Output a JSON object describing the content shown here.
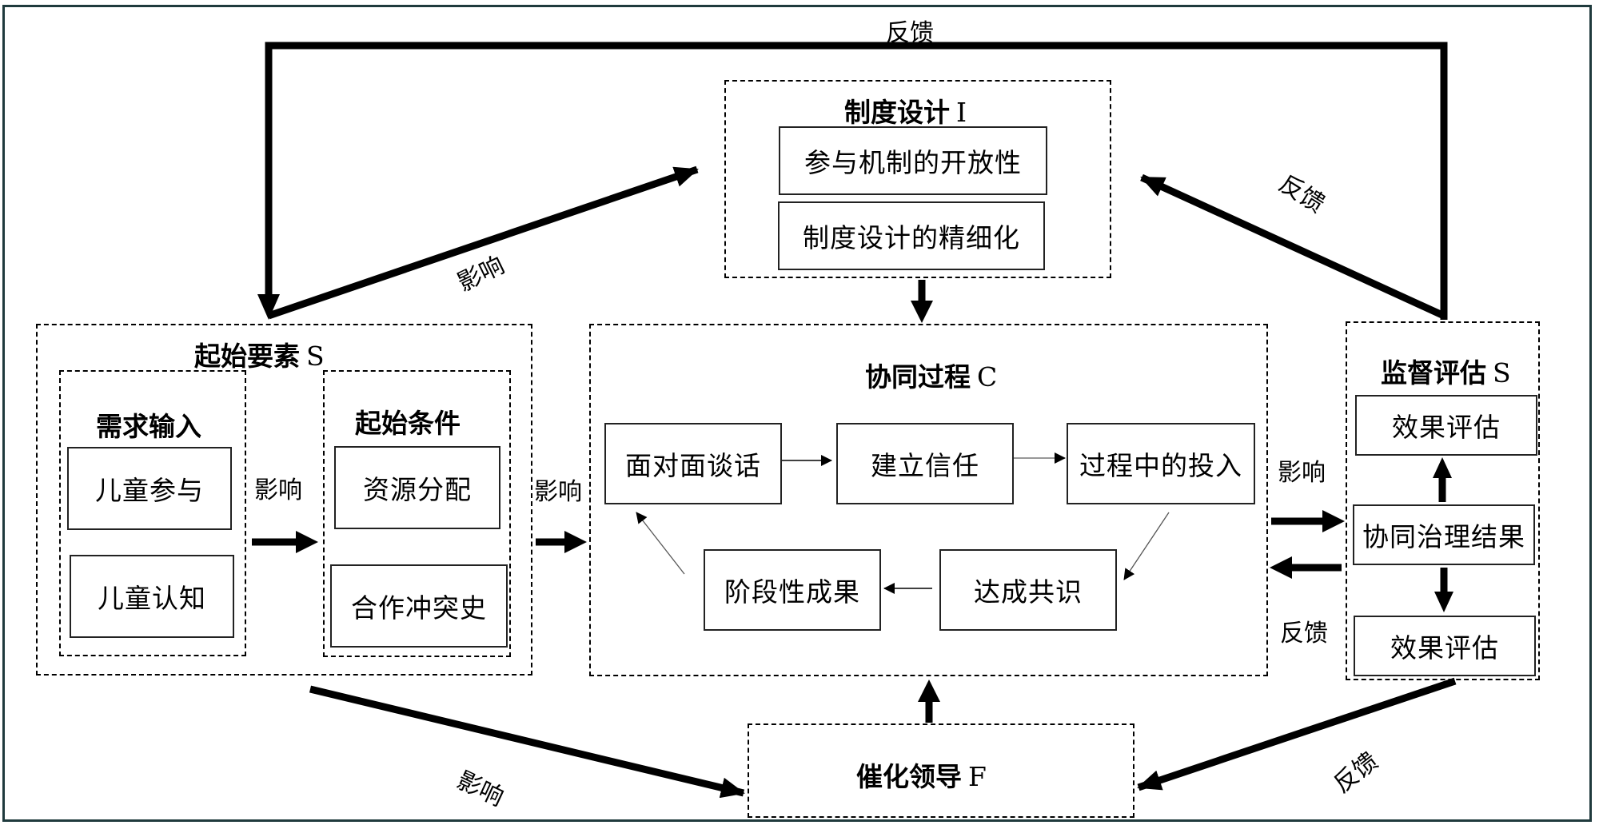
{
  "diagram": {
    "top_feedback_label": "反馈",
    "institutional_design": {
      "title": "制度设计",
      "suffix": "I",
      "items": [
        "参与机制的开放性",
        "制度设计的精细化"
      ]
    },
    "starting_conditions": {
      "title": "起始要素",
      "suffix": "S",
      "demand_input": {
        "title": "需求输入",
        "items": [
          "儿童参与",
          "儿童认知"
        ]
      },
      "initial_conditions": {
        "title": "起始条件",
        "items": [
          "资源分配",
          "合作冲突史"
        ]
      },
      "inner_link_label": "影响"
    },
    "collaborative_process": {
      "title": "协同过程",
      "suffix": "C",
      "steps": [
        "面对面谈话",
        "建立信任",
        "过程中的投入",
        "达成共识",
        "阶段性成果"
      ]
    },
    "monitoring_evaluation": {
      "title": "监督评估",
      "suffix": "S",
      "items": [
        "效果评估",
        "协同治理结果",
        "效果评估"
      ]
    },
    "facilitative_leadership": {
      "title": "催化领导",
      "suffix": "F"
    },
    "edge_labels": {
      "start_to_design": "影响",
      "monitor_to_design": "反馈",
      "start_to_process": "影响",
      "process_to_monitor": "影响",
      "monitor_to_process": "反馈",
      "start_to_leadership": "影响",
      "monitor_to_leadership": "反馈"
    }
  }
}
